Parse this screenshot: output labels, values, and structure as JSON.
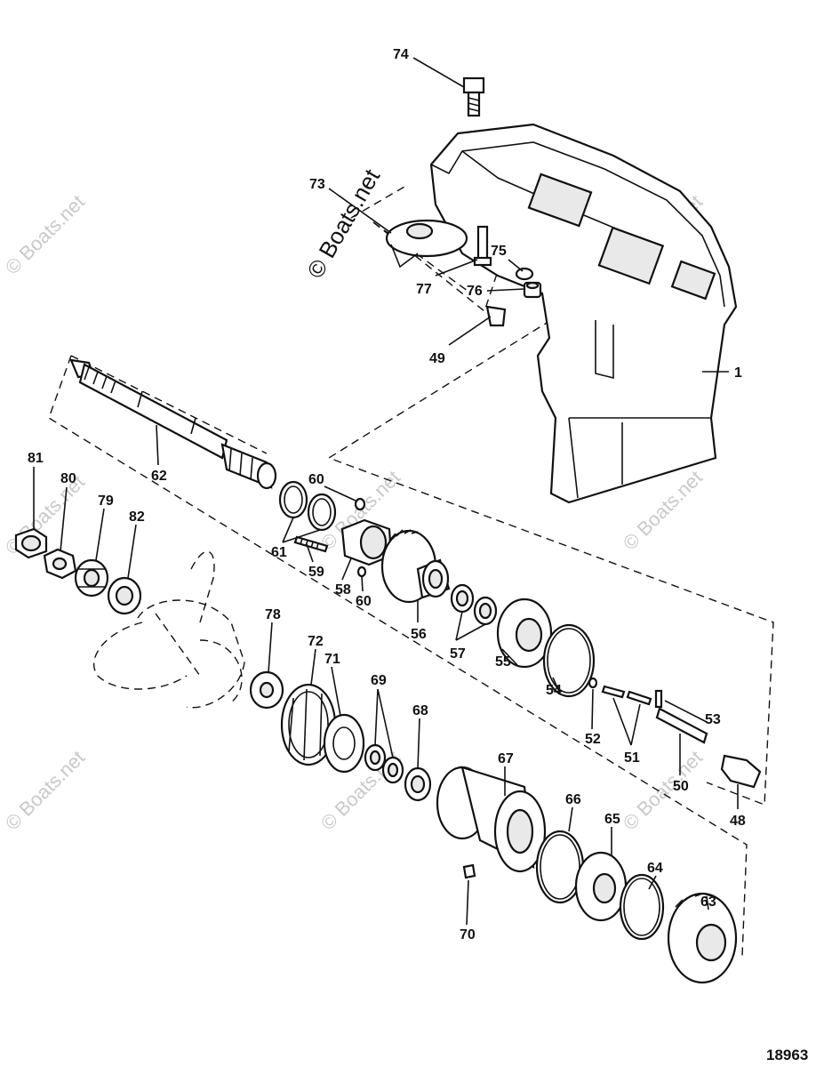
{
  "diagram": {
    "part_labels": [
      "74",
      "73",
      "77",
      "75",
      "76",
      "49",
      "1",
      "62",
      "81",
      "80",
      "79",
      "82",
      "60",
      "61",
      "59",
      "58",
      "60",
      "56",
      "57",
      "55",
      "54",
      "52",
      "51",
      "53",
      "50",
      "48",
      "78",
      "72",
      "71",
      "69",
      "68",
      "67",
      "66",
      "65",
      "64",
      "63",
      "70"
    ],
    "drawing_number": "18963",
    "watermark_main": "© Boats.net",
    "watermark_faint": "© Boats.net"
  }
}
